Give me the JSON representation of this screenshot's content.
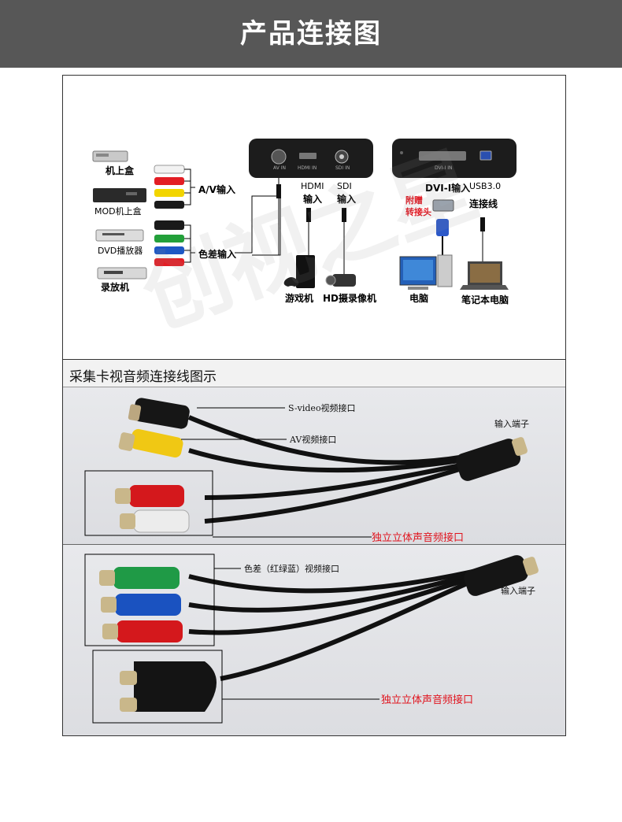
{
  "header": {
    "title": "产品连接图"
  },
  "watermark": "创视之星",
  "diagram": {
    "sources": [
      "机上盒",
      "MOD机上盒",
      "DVD播放器",
      "录放机"
    ],
    "av_input": "A/V输入",
    "component_input": "色差输入",
    "device_av_port": "AV IN",
    "device_hdmi_port": "HDMI IN",
    "device_sdi_port": "SDI IN",
    "device_dvi_port": "DVI-I IN",
    "hdmi_input": "HDMI\n输入",
    "hdmi_line1": "HDMI",
    "hdmi_line2": "输入",
    "sdi_line1": "SDI",
    "sdi_line2": "输入",
    "dvi_input": "DVI-I输入",
    "usb": "USB3.0",
    "adapter_line1": "附赠",
    "adapter_line2": "转接头",
    "cable": "连接线",
    "game_console": "游戏机",
    "camcorder": "HD摄录像机",
    "pc": "电脑",
    "laptop": "笔记本电脑"
  },
  "section2": {
    "title": "采集卡视音频连接线图示",
    "photo1": {
      "svideo": "S-video视频接口",
      "av": "AV视频接口",
      "input_terminal": "输入端子",
      "audio": "独立立体声音频接口"
    },
    "photo2": {
      "component": "色差（红绿蓝）视频接口",
      "input_terminal": "输入端子",
      "audio": "独立立体声音频接口"
    }
  },
  "colors": {
    "header_bg": "#575757",
    "red_label": "#e0141e"
  }
}
